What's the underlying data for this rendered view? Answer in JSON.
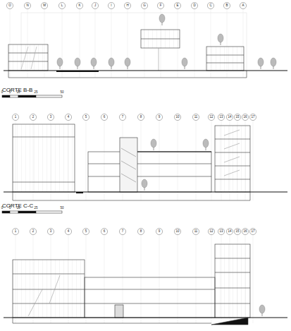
{
  "diagram": {
    "labels": [
      "O",
      "N",
      "M",
      "L",
      "K",
      "J",
      "I",
      "H",
      "G",
      "F",
      "E",
      "D",
      "C",
      "B",
      "A",
      "CORTE B-B",
      "0",
      "5",
      "10",
      "25",
      "50",
      "1",
      "2",
      "3",
      "4",
      "5",
      "6",
      "7",
      "8",
      "9",
      "10",
      "11",
      "12",
      "13",
      "14",
      "15",
      "16",
      "17",
      "CORTE C-C",
      "0",
      "5",
      "10",
      "25",
      "50",
      "1",
      "2",
      "3",
      "4",
      "5",
      "6",
      "7",
      "8",
      "9",
      "10",
      "11",
      "12",
      "13",
      "14",
      "15",
      "16",
      "17"
    ]
  }
}
